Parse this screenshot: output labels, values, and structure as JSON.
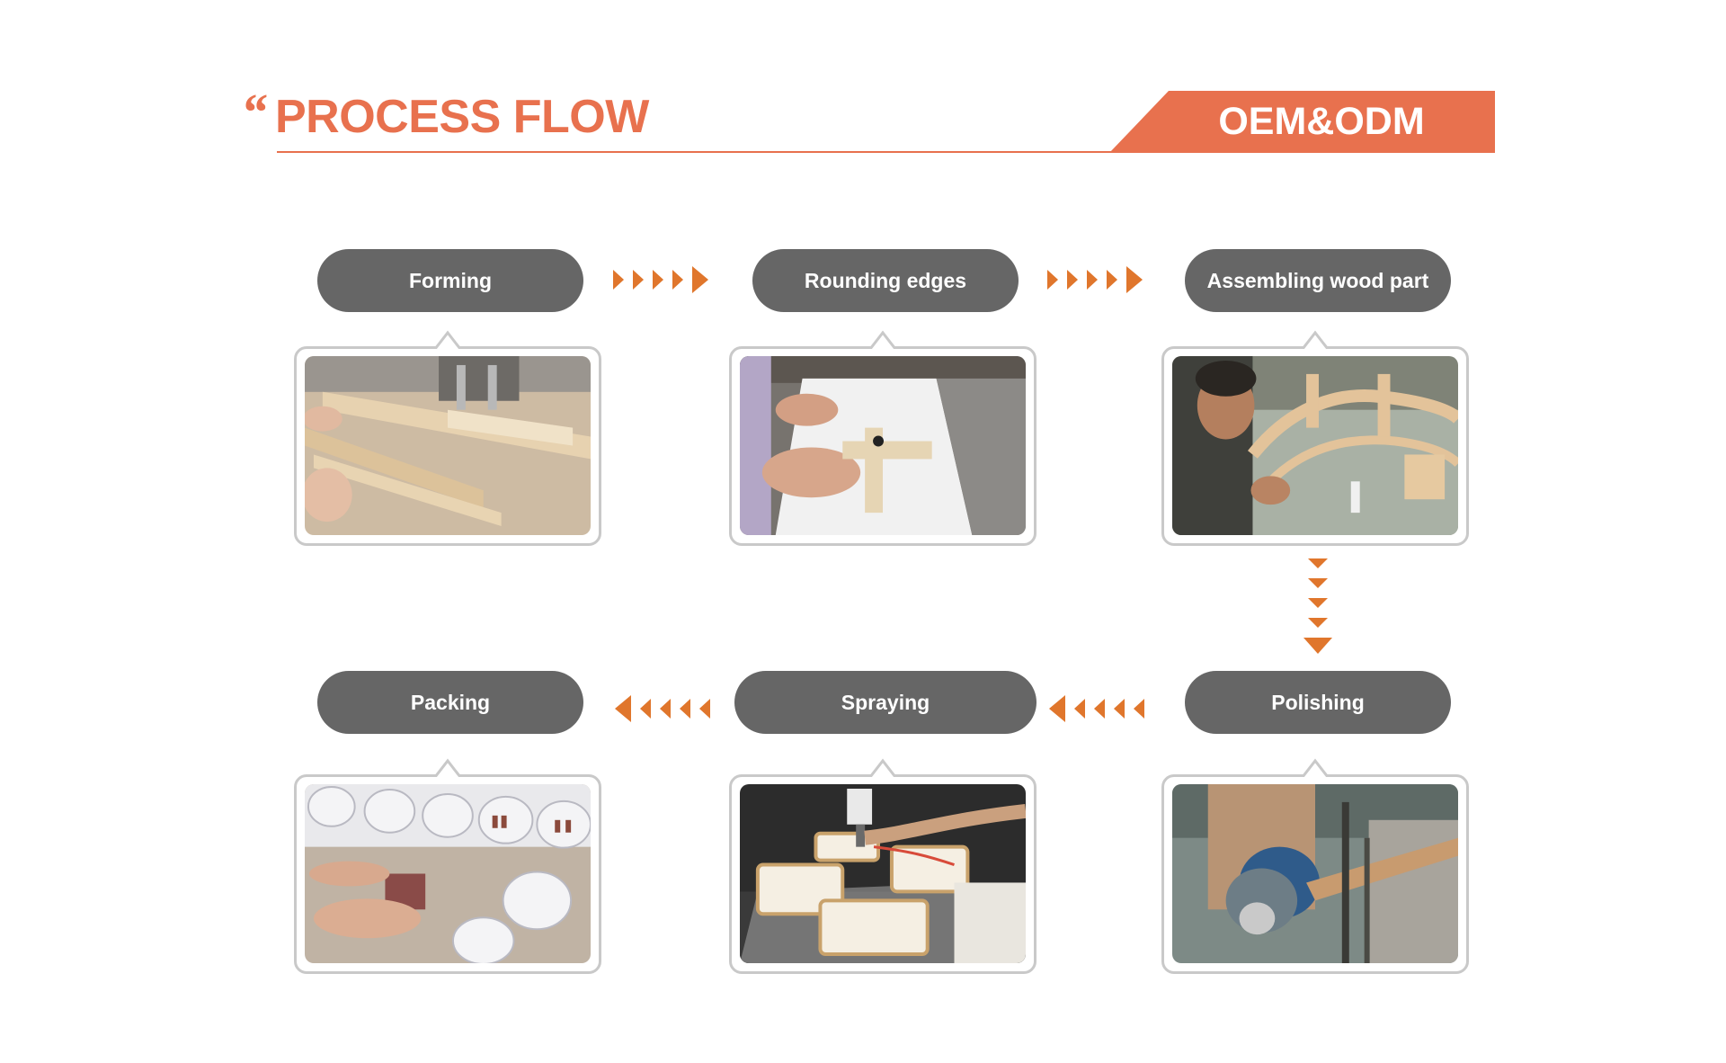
{
  "header": {
    "quote_mark": "“",
    "title": "PROCESS FLOW",
    "banner": "OEM&ODM"
  },
  "colors": {
    "accent": "#e8714e",
    "arrow": "#e0762c",
    "pill": "#666666",
    "frame_border": "#c9c9c9"
  },
  "steps": [
    {
      "label": "Forming",
      "photo_icon": "wood-forming-photo"
    },
    {
      "label": "Rounding edges",
      "photo_icon": "rounding-edges-photo"
    },
    {
      "label": "Assembling wood part",
      "photo_icon": "assembling-photo"
    },
    {
      "label": "Polishing",
      "photo_icon": "polishing-photo"
    },
    {
      "label": "Spraying",
      "photo_icon": "spraying-photo"
    },
    {
      "label": "Packing",
      "photo_icon": "packing-photo"
    }
  ],
  "arrow_icons": [
    "chevron-right-icon",
    "chevron-down-icon",
    "chevron-left-icon"
  ]
}
